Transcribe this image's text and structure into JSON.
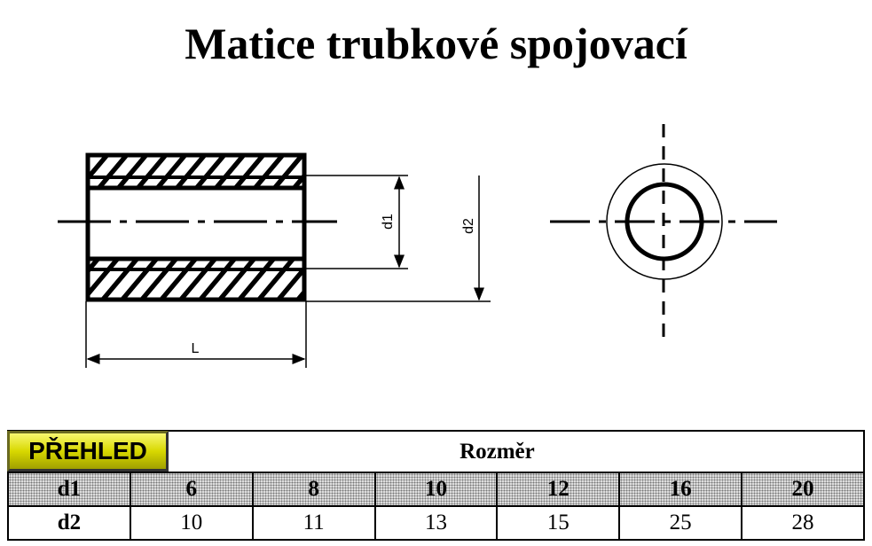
{
  "title": "Matice trubkové spojovací",
  "drawing": {
    "label_d1": "d1",
    "label_d2": "d2",
    "label_L": "L"
  },
  "table": {
    "button_label": "PŘEHLED",
    "header": "Rozměr",
    "rows": [
      {
        "label": "d1",
        "values": [
          "6",
          "8",
          "10",
          "12",
          "16",
          "20"
        ]
      },
      {
        "label": "d2",
        "values": [
          "10",
          "11",
          "13",
          "15",
          "25",
          "28"
        ]
      }
    ]
  }
}
